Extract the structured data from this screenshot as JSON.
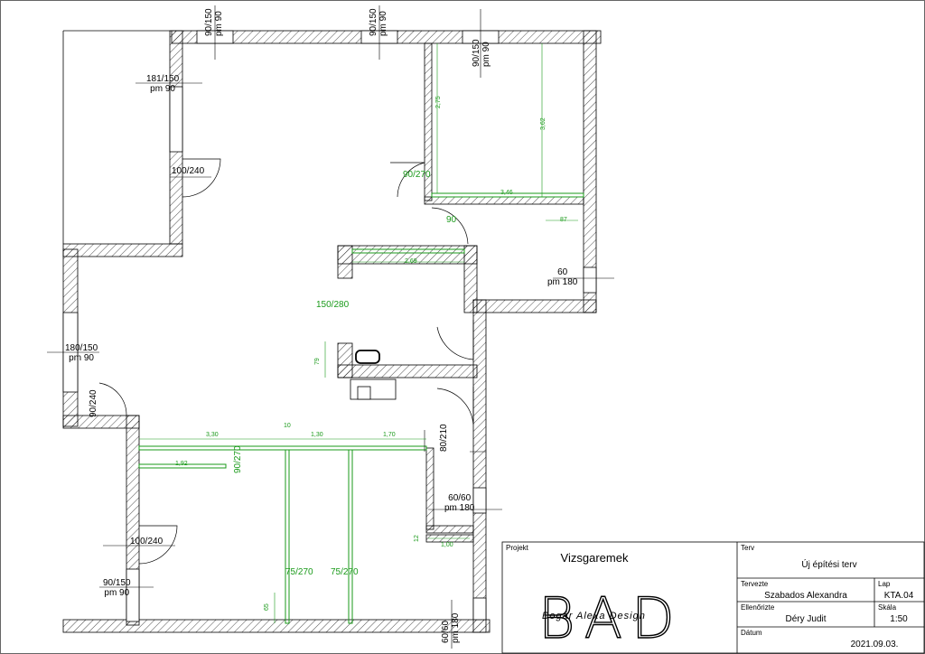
{
  "openings": [
    {
      "id": "top-window-1",
      "text": "90/150\npm 90"
    },
    {
      "id": "top-window-2",
      "text": "90/150\npm 90"
    },
    {
      "id": "top-window-3",
      "text": "90/150\npm 90"
    },
    {
      "id": "left-window-top",
      "text": "181/150\npm 90"
    },
    {
      "id": "left-door-top",
      "text": "100/240"
    },
    {
      "id": "right-window",
      "text": "60\npm 180"
    },
    {
      "id": "left-window-mid",
      "text": "180/150\npm 90"
    },
    {
      "id": "left-door-mid",
      "text": "90/240"
    },
    {
      "id": "door-center-top",
      "text": "90/270"
    },
    {
      "id": "door-90",
      "text": "90"
    },
    {
      "id": "passage-150",
      "text": "150/280"
    },
    {
      "id": "door-corridor",
      "text": "90/270"
    },
    {
      "id": "door-bath",
      "text": "80/210"
    },
    {
      "id": "window-bath",
      "text": "60/60\npm 180"
    },
    {
      "id": "door-bottom-left",
      "text": "100/240"
    },
    {
      "id": "window-bottom-left",
      "text": "90/150\npm 90"
    },
    {
      "id": "door-75-a",
      "text": "75/270"
    },
    {
      "id": "door-75-b",
      "text": "75/270"
    },
    {
      "id": "window-bottom-right",
      "text": "60/60\npm 180"
    }
  ],
  "dimensions": {
    "d275": "2,75",
    "d362": "3,62",
    "d346": "3,46",
    "d87": "87",
    "d269": "2,69",
    "d79": "79",
    "d330": "3,30",
    "d10": "10",
    "d130": "1,30",
    "d170": "1,70",
    "d192": "1,92",
    "d12": "12",
    "d100": "1,00",
    "d65": "65"
  },
  "title_block": {
    "project_label": "Projekt",
    "project_value": "Vizsgaremek",
    "plan_label": "Terv",
    "plan_value": "Új építési terv",
    "designer_label": "Tervezte",
    "designer_value": "Szabados Alexandra",
    "sheet_label": "Lap",
    "sheet_value": "KTA.04",
    "checker_label": "Ellenőrizte",
    "checker_value": "Déry Judit",
    "scale_label": "Skála",
    "scale_value": "1:50",
    "date_label": "Dátum",
    "date_value": "2021.09.03."
  },
  "logo": {
    "letters": "BAD",
    "names": "Bogár Alexa Design"
  },
  "colors": {
    "wall": "#000000",
    "dimension": "#1a9a1a"
  }
}
